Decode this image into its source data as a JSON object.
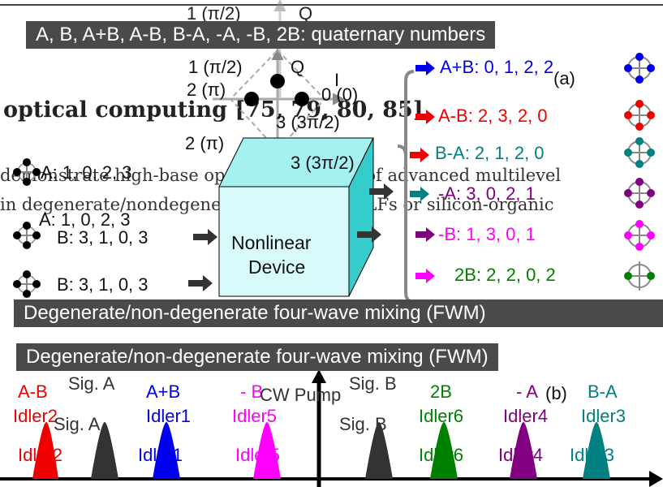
{
  "heading": {
    "text": "optical computing [75, 79, 80, 85]",
    "para_line1": "demonstrate high-base optical computing of advanced multilevel",
    "para_line2": "in degenerate/nondegenerate FWM in HNLFs or silicon-organic"
  },
  "banner_top": "A, B, A+B, A-B, B-A, -A, -B, 2B:  quaternary numbers",
  "constellation": {
    "axis_q": "Q",
    "axis_i": "I",
    "points_ghost": [
      "1 (π/2)",
      "0 (0)",
      "2 (π)",
      "3 (3π/2)"
    ],
    "points": [
      "1 (π/2)",
      "0 (0)",
      "2 (π)",
      "3 (3π/2)"
    ]
  },
  "panel_a_label": "(a)",
  "panel_b_label": "(b)",
  "inputs": {
    "a_label": "A: 1, 0, 2, 3",
    "b_label": "B: 3, 1, 0, 3",
    "a_ghost": "A: 1, 0, 2, 3",
    "b_ghost": "B: 3, 1, 0, 3"
  },
  "device": {
    "line1": "Nonlinear",
    "line2": "Device"
  },
  "outputs": [
    {
      "name": "A+B",
      "values": "0, 1, 2, 2",
      "color": "#0000ee"
    },
    {
      "name": "A-B",
      "values": "2, 3, 2, 0",
      "color": "#ee0000"
    },
    {
      "name": "B-A",
      "values": "2, 1, 2, 0",
      "color": "#008080"
    },
    {
      "name": "-A",
      "values": "3, 0, 2, 1",
      "color": "#800080"
    },
    {
      "name": "-B",
      "values": "1, 3, 0, 1",
      "color": "#ff00ff"
    },
    {
      "name": "2B",
      "values": "2, 2, 0, 2",
      "color": "#008000"
    }
  ],
  "banner_mid": "Degenerate/non-degenerate four-wave mixing (FWM)",
  "banner_lower": "Degenerate/non-degenerate four-wave mixing (FWM)",
  "spectrum": {
    "pump_label": "CW Pump",
    "sig_a": "Sig. A",
    "sig_b": "Sig. B",
    "labels_top": [
      {
        "top": "A-B",
        "bottom": "Idler2",
        "color": "#ee0000"
      },
      {
        "top": "A+B",
        "bottom": "Idler1",
        "color": "#0000ee"
      },
      {
        "top": "- B",
        "bottom": "Idler5",
        "color": "#ff00ff"
      },
      {
        "top": "2B",
        "bottom": "Idler6",
        "color": "#008000"
      },
      {
        "top": "- A",
        "bottom": "Idler4",
        "color": "#800080"
      },
      {
        "top": "B-A",
        "bottom": "Idler3",
        "color": "#008080"
      }
    ]
  }
}
